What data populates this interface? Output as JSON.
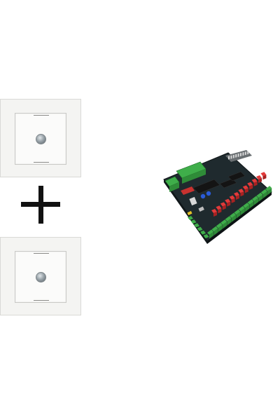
{
  "scene": {
    "items": [
      {
        "name": "wall-panel-sensor-top",
        "icon": "presence-sensor-icon"
      },
      {
        "name": "plus-sign",
        "icon": "plus-icon"
      },
      {
        "name": "wall-panel-sensor-bottom",
        "icon": "presence-sensor-icon"
      },
      {
        "name": "controller-board",
        "icon": "circuit-board-icon"
      }
    ]
  },
  "colors": {
    "background": "#ffffff",
    "panel": "#f4f4f2",
    "plus": "#111111",
    "pcb": "#1f2a2e",
    "terminal": "#3fae4a",
    "relay": "#e23a3a"
  }
}
